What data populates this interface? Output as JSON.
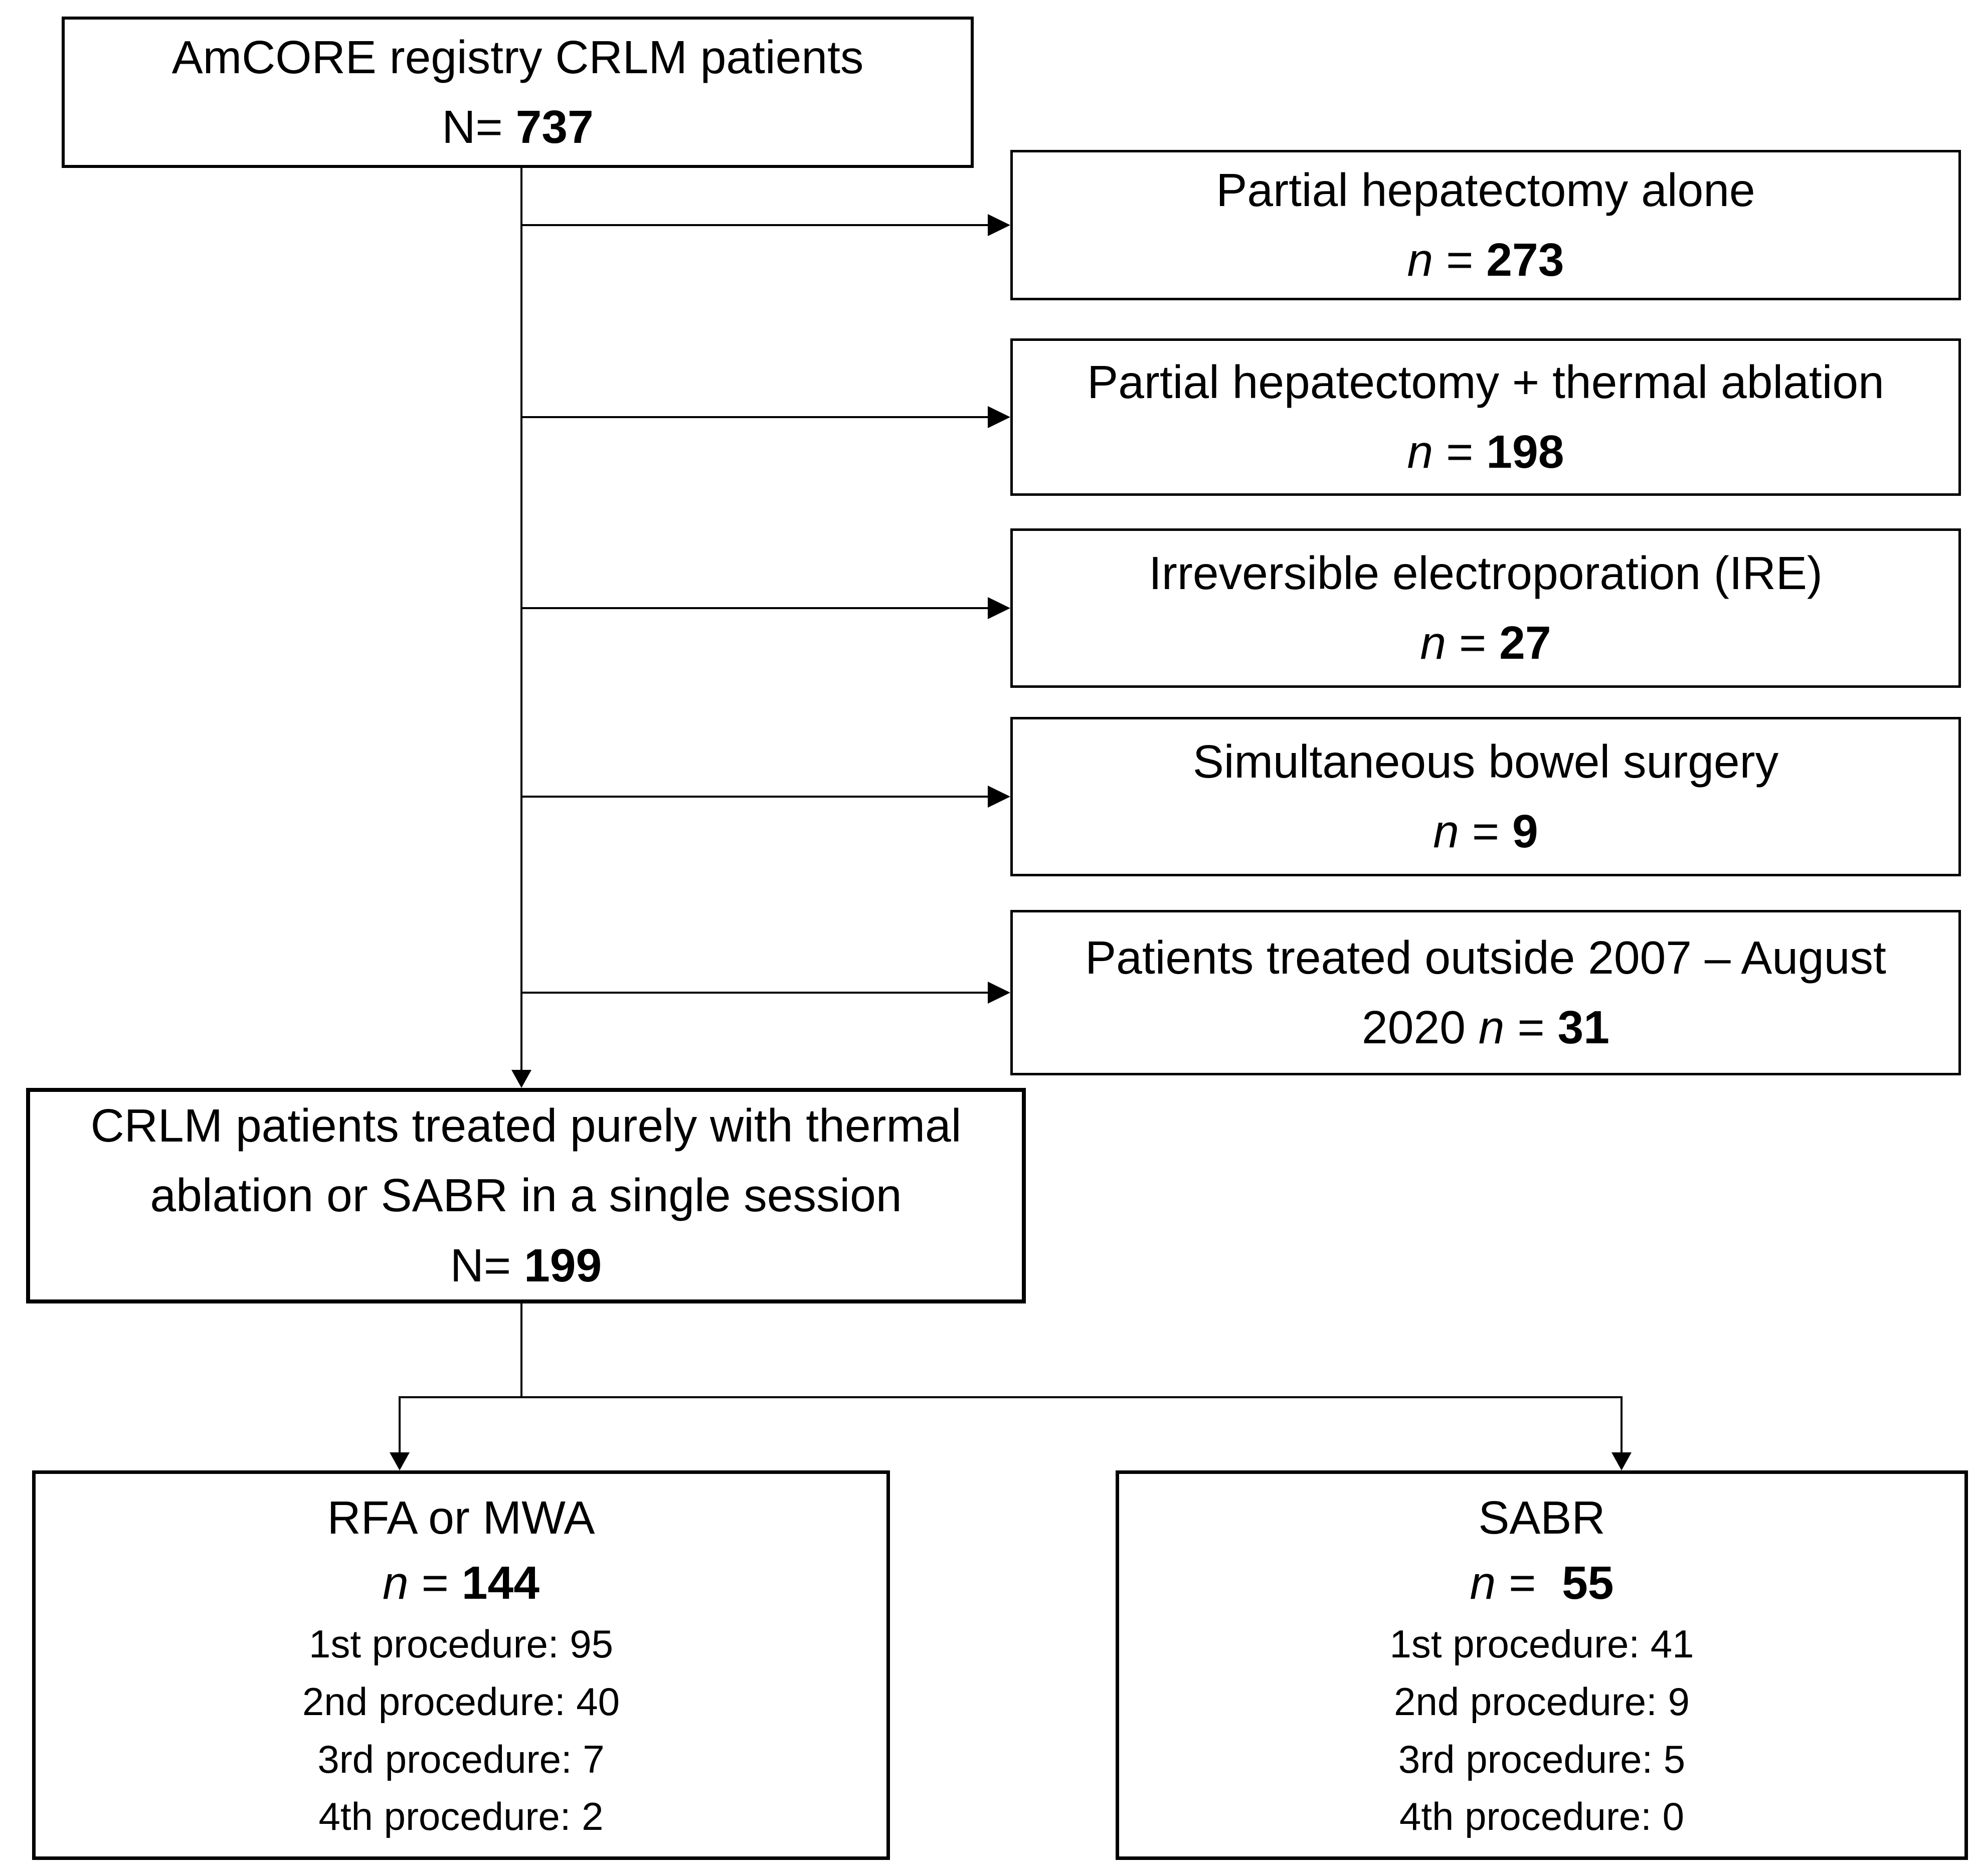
{
  "title_box": {
    "line1": "AmCORE registry CRLM patients",
    "n_label": "N=",
    "n_value": "737"
  },
  "exclusions": [
    {
      "label": "Partial hepatectomy alone",
      "n": "n",
      "eq": "=",
      "value": "273"
    },
    {
      "label": "Partial hepatectomy + thermal ablation",
      "n": "n",
      "eq": "=",
      "value": "198"
    },
    {
      "label": "Irreversible electroporation (IRE)",
      "n": "n",
      "eq": "=",
      "value": "27"
    },
    {
      "label": "Simultaneous bowel surgery",
      "n": "n",
      "eq": "=",
      "value": "9"
    },
    {
      "label": "Patients treated outside 2007 – August",
      "prefix": "2020",
      "n": "n",
      "eq": "=",
      "value": "31"
    }
  ],
  "included_box": {
    "line1": "CRLM patients treated purely with thermal",
    "line2": "ablation or SABR in a single session",
    "n_label": "N=",
    "n_value": "199"
  },
  "arms": [
    {
      "title": "RFA or MWA",
      "n": "n",
      "eq": "=",
      "value": "144",
      "procedures": [
        "1st procedure: 95",
        "2nd procedure: 40",
        "3rd procedure: 7",
        "4th procedure: 2"
      ]
    },
    {
      "title": "SABR",
      "n": "n",
      "eq": "=",
      "value": "55",
      "procedures": [
        "1st procedure: 41",
        "2nd procedure: 9",
        "3rd procedure: 5",
        "4th procedure: 0"
      ]
    }
  ],
  "colors": {
    "ink": "#000000",
    "background": "#ffffff"
  }
}
